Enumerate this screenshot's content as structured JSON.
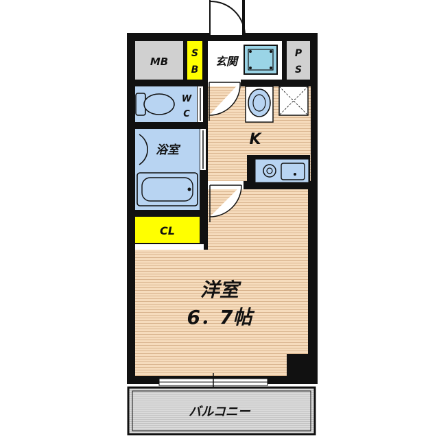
{
  "labels": {
    "mb": "MB",
    "sb_s": "S",
    "sb_b": "B",
    "genkan": "玄関",
    "ps_p": "P",
    "ps_s": "S",
    "wc_w": "W",
    "wc_c": "C",
    "yokushitsu": "浴室",
    "k": "K",
    "cl": "CL",
    "youshitsu": "洋室",
    "area": "6．7帖",
    "balcony": "バルコニー"
  },
  "colors": {
    "wall": "#111111",
    "floor_wood": "#f6dcbd",
    "floor_grain": "#d9b48e",
    "wet_area": "#b8d4f2",
    "storage_yellow": "#ffff00",
    "utility_gray": "#d0d0d0",
    "genkan_tile": "#9ad4e6",
    "balcony_gray": "#d8d8d8"
  }
}
